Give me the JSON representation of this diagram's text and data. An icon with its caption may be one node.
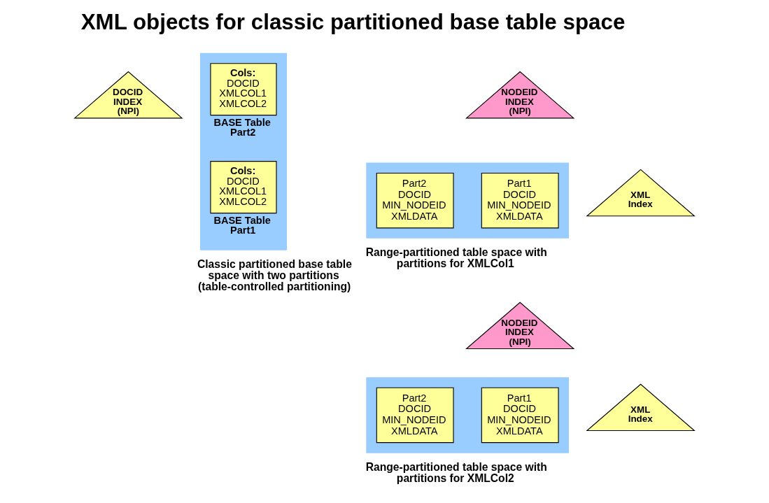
{
  "diagram": {
    "title": "XML objects for classic partitioned base table space",
    "nodes": [
      {
        "text": [
          "DOCID INDEX (NPI)"
        ]
      },
      {
        "text": [],
        "shape": "box",
        "beside": [
          "Classic partitioned base table space with two partitions (table-controlled partitioning)"
        ]
      },
      {
        "text": [
          "Cols:",
          "DOCID XMLCOL1 XMLCOL2"
        ],
        "in": 1,
        "beside": [
          "BASE Table Part1"
        ]
      },
      {
        "text": [
          "Cols:",
          "DOCID XMLCOL1 XMLCOL2"
        ],
        "in": 1,
        "beside": [
          "BASE Table Part2"
        ]
      },
      {
        "text": [
          "NODEID INDEX (NPI)"
        ]
      },
      {
        "text": [],
        "shape": "box",
        "beside": [
          "Range-partitioned table space with partitions for XMLCol1"
        ]
      },
      {
        "text": [
          "Part1",
          "DOCID MIN_NODEID XMLDATA"
        ],
        "in": 5
      },
      {
        "text": [
          "Part2",
          "DOCID MIN_NODEID XMLDATA"
        ],
        "in": 5
      },
      {
        "text": [
          "XML Index"
        ]
      },
      {
        "text": [
          "NODEID INDEX (NPI)"
        ]
      },
      {
        "text": [],
        "shape": "box",
        "beside": [
          "Range-partitioned table space with partitions for XMLCol2"
        ]
      },
      {
        "text": [
          "Part1",
          "DOCID MIN_NODEID XMLDATA"
        ],
        "in": 10
      },
      {
        "text": [
          "Part2",
          "DOCID MIN_NODEID XMLDATA"
        ],
        "in": 10
      },
      {
        "text": [
          "XML Index"
        ]
      }
    ],
    "edges": []
  }
}
